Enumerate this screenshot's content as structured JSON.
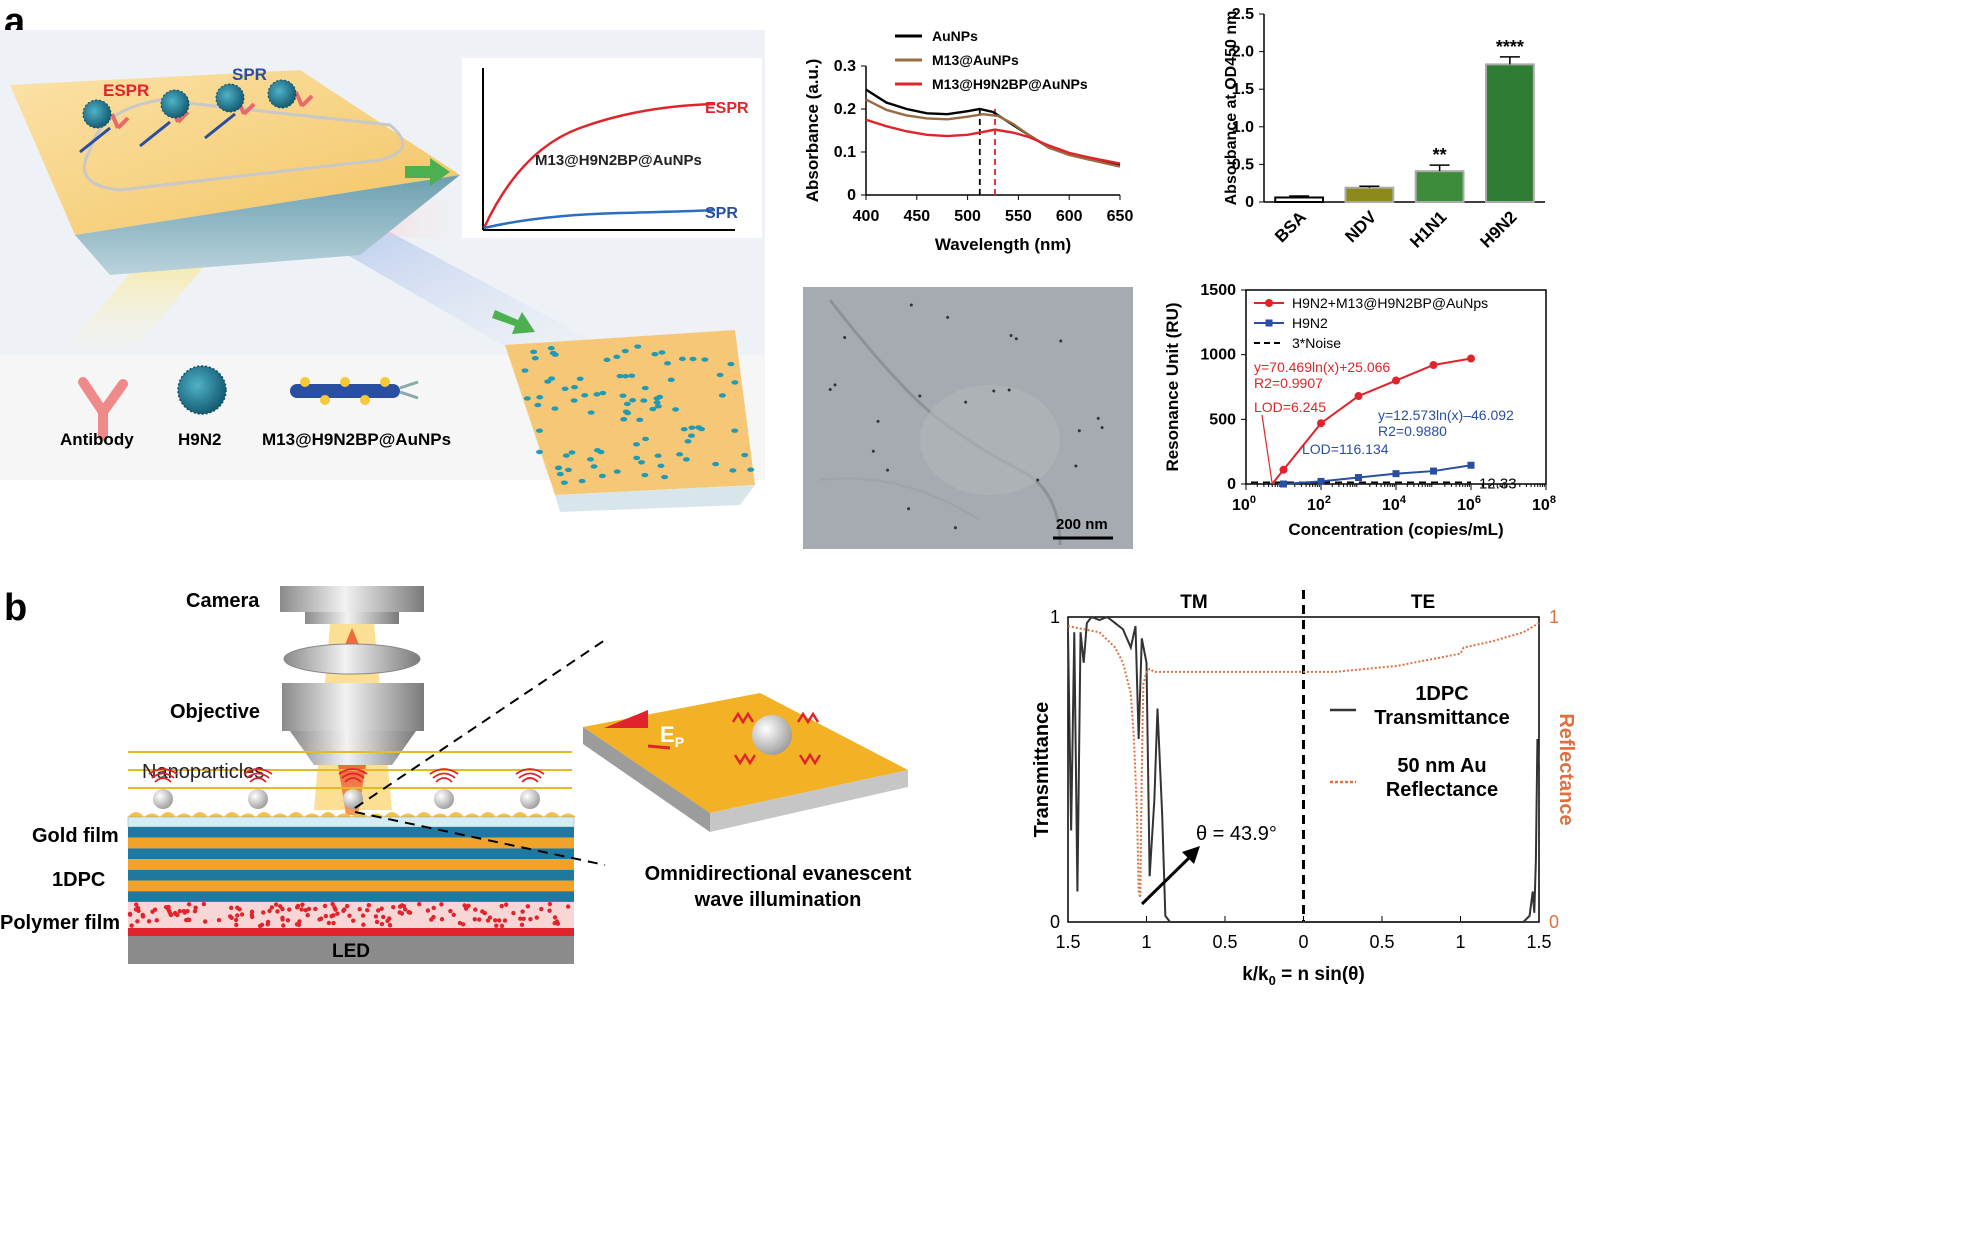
{
  "panel_labels": {
    "a": "a",
    "b": "b"
  },
  "schematic_a": {
    "espr_label": "ESPR",
    "spr_label": "SPR",
    "legend": {
      "antibody": "Antibody",
      "h9n2": "H9N2",
      "probe": "M13@H9N2BP@AuNPs"
    },
    "curve_labels": {
      "espr": "ESPR",
      "spr": "SPR",
      "probe": "M13@H9N2BP@AuNPs"
    }
  },
  "tem": {
    "scale_label": "200 nm"
  },
  "schematic_b": {
    "camera": "Camera",
    "objective": "Objective",
    "nanoparticles": "Nanoparticles",
    "gold_film": "Gold film",
    "pc": "1DPC",
    "polymer": "Polymer film",
    "led": "LED",
    "ep_main": "E",
    "ep_sub": "P",
    "caption_line1": "Omnidirectional evanescent",
    "caption_line2": "wave illumination"
  },
  "colors": {
    "red": "#e0242b",
    "blue": "#2a4ea0",
    "brown": "#9a6a40",
    "orange": "#e07040",
    "green": "#2e7d32",
    "gold": "#f5c04a"
  },
  "chart_data": [
    {
      "type": "line",
      "xlabel": "Wavelength (nm)",
      "ylabel": "Absorbance (a.u.)",
      "xlim": [
        400,
        650
      ],
      "ylim": [
        0,
        0.3
      ],
      "xticks": [
        400,
        450,
        500,
        550,
        600,
        650
      ],
      "yticks": [
        0,
        0.1,
        0.2,
        0.3
      ],
      "legend_position": "top",
      "peak_markers": [
        512,
        527
      ],
      "series": [
        {
          "name": "AuNPs",
          "color": "#000000",
          "x": [
            400,
            420,
            440,
            460,
            480,
            500,
            512,
            525,
            540,
            560,
            580,
            600,
            620,
            650
          ],
          "y": [
            0.245,
            0.215,
            0.2,
            0.19,
            0.188,
            0.195,
            0.2,
            0.193,
            0.17,
            0.14,
            0.11,
            0.095,
            0.085,
            0.07
          ]
        },
        {
          "name": "M13@AuNPs",
          "color": "#9a6a40",
          "x": [
            400,
            420,
            440,
            460,
            480,
            500,
            515,
            530,
            545,
            560,
            580,
            600,
            620,
            650
          ],
          "y": [
            0.222,
            0.198,
            0.185,
            0.178,
            0.176,
            0.182,
            0.188,
            0.184,
            0.165,
            0.14,
            0.11,
            0.093,
            0.082,
            0.066
          ]
        },
        {
          "name": "M13@H9N2BP@AuNPs",
          "color": "#e0242b",
          "x": [
            400,
            420,
            440,
            460,
            480,
            500,
            527,
            545,
            560,
            580,
            600,
            620,
            650
          ],
          "y": [
            0.175,
            0.16,
            0.148,
            0.14,
            0.137,
            0.14,
            0.152,
            0.145,
            0.135,
            0.115,
            0.098,
            0.087,
            0.073
          ]
        }
      ]
    },
    {
      "type": "bar",
      "ylabel": "Absorbance at OD450 nm",
      "ylim": [
        0,
        2.5
      ],
      "yticks": [
        0,
        0.5,
        1.0,
        1.5,
        2.0,
        2.5
      ],
      "categories": [
        "BSA",
        "NDV",
        "H1N1",
        "H9N2"
      ],
      "values": [
        0.06,
        0.19,
        0.41,
        1.83
      ],
      "errors": [
        0.02,
        0.02,
        0.08,
        0.1
      ],
      "significance": [
        "",
        "",
        "**",
        "****"
      ],
      "colors": [
        "#ffffff",
        "#8c8a1a",
        "#3d8c3a",
        "#2e7d32"
      ]
    },
    {
      "type": "scatter",
      "xlabel": "Concentration (copies/mL)",
      "ylabel": "Resonance Unit (RU)",
      "xscale": "log",
      "xlim": [
        1,
        100000000
      ],
      "ylim": [
        0,
        1500
      ],
      "xtick_exponents": [
        0,
        2,
        4,
        6,
        8
      ],
      "yticks": [
        0,
        500,
        1000,
        1500
      ],
      "legend_position": "top-left",
      "series": [
        {
          "name": "H9N2+M13@H9N2BP@AuNps",
          "color": "#e0242b",
          "marker": "circle",
          "x": [
            10,
            100,
            1000,
            10000,
            100000,
            1000000
          ],
          "y": [
            110,
            470,
            680,
            800,
            920,
            970
          ]
        },
        {
          "name": "H9N2",
          "color": "#2a4ea0",
          "marker": "square",
          "x": [
            10,
            100,
            1000,
            10000,
            100000,
            1000000
          ],
          "y": [
            0,
            20,
            50,
            80,
            100,
            145
          ]
        }
      ],
      "noise": {
        "name": "3*Noise",
        "value": 12.33,
        "label": "12.33"
      },
      "annotations": {
        "red_fit": "y=70.469ln(x)+25.066",
        "red_r2": "R2=0.9907",
        "red_lod": "LOD=6.245",
        "blue_fit": "y=12.573ln(x)–46.092",
        "blue_r2": "R2=0.9880",
        "blue_lod": "LOD=116.134"
      }
    },
    {
      "type": "line",
      "xlabel_main": "k/k",
      "xlabel_sub": "0",
      "xlabel_rest": " = n sin(θ)",
      "ylabel": "Transmittance",
      "ylabel_right": "Reflectance",
      "xticks": [
        "1.5",
        "1",
        "0.5",
        "0",
        "0.5",
        "1",
        "1.5"
      ],
      "yticks_left": [
        "0",
        "1"
      ],
      "yticks_right": [
        "0",
        "1"
      ],
      "regions": [
        "TM",
        "TE"
      ],
      "annotation": "θ = 43.9°",
      "series": [
        {
          "name": "1DPC Transmittance",
          "label_line1": "1DPC",
          "label_line2": "Transmittance",
          "color": "#333333",
          "x": [
            -1.5,
            -1.48,
            -1.46,
            -1.44,
            -1.42,
            -1.4,
            -1.38,
            -1.35,
            -1.3,
            -1.25,
            -1.2,
            -1.15,
            -1.1,
            -1.07,
            -1.05,
            -1.03,
            -1.0,
            -0.98,
            -0.95,
            -0.93,
            -0.9,
            -0.88,
            -0.85,
            -0.5,
            0,
            0.5,
            1.0,
            1.4,
            1.44,
            1.46,
            1.47,
            1.48,
            1.49,
            1.5
          ],
          "y": [
            0.95,
            0.3,
            0.95,
            0.1,
            0.95,
            0.85,
            0.98,
            1.0,
            0.99,
            1.0,
            0.98,
            0.96,
            0.9,
            0.97,
            0.6,
            0.93,
            0.85,
            0.15,
            0.4,
            0.7,
            0.35,
            0.02,
            0.0,
            0.0,
            0.0,
            0.0,
            0.0,
            0.0,
            0.02,
            0.1,
            0.03,
            0.2,
            0.6,
            0.5
          ]
        },
        {
          "name": "50 nm Au Reflectance",
          "label_line1": "50 nm Au",
          "label_line2": "Reflectance",
          "color": "#e07040",
          "x": [
            -1.5,
            -1.4,
            -1.3,
            -1.2,
            -1.15,
            -1.1,
            -1.08,
            -1.06,
            -1.05,
            -1.04,
            -1.03,
            -1.02,
            -1.0,
            -0.98,
            -0.95,
            -0.9,
            -0.8,
            -0.6,
            -0.4,
            -0.2,
            0,
            0.2,
            0.4,
            0.6,
            0.8,
            1.0,
            1.02,
            1.2,
            1.4,
            1.5
          ],
          "y": [
            0.97,
            0.96,
            0.95,
            0.9,
            0.85,
            0.75,
            0.6,
            0.35,
            0.1,
            0.08,
            0.5,
            0.78,
            0.82,
            0.83,
            0.82,
            0.82,
            0.82,
            0.82,
            0.82,
            0.82,
            0.82,
            0.82,
            0.83,
            0.84,
            0.86,
            0.88,
            0.9,
            0.92,
            0.95,
            0.98
          ]
        }
      ]
    }
  ]
}
